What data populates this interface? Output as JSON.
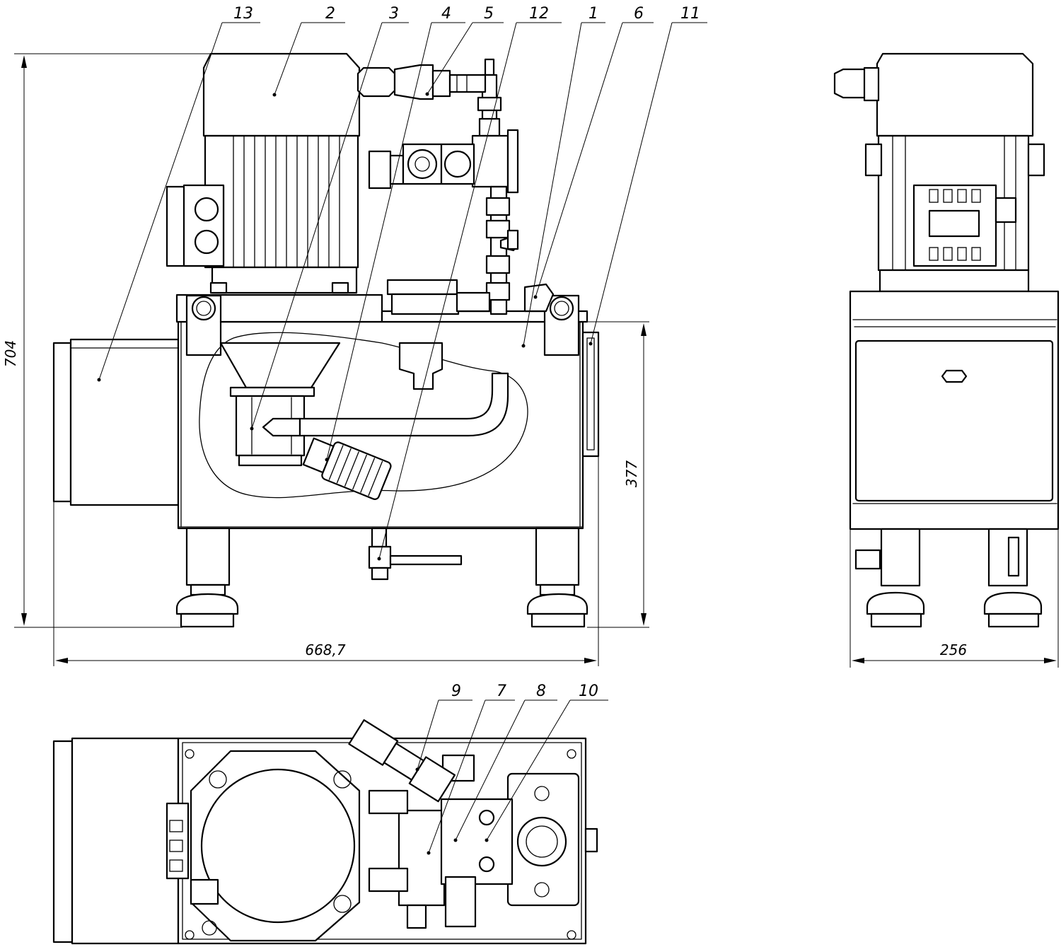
{
  "callouts": {
    "c13": "13",
    "c2": "2",
    "c3": "3",
    "c4": "4",
    "c5": "5",
    "c12": "12",
    "c1": "1",
    "c6": "6",
    "c11": "11",
    "c9": "9",
    "c7": "7",
    "c8": "8",
    "c10": "10"
  },
  "dimensions": {
    "total_height": "704",
    "tank_height": "377",
    "total_length": "668,7",
    "width": "256"
  }
}
